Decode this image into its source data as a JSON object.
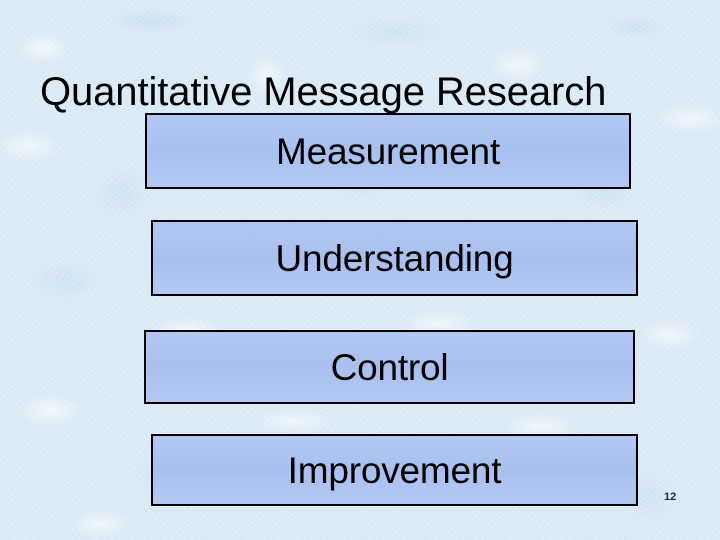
{
  "slide": {
    "title": "Quantitative Message Research",
    "background_color": "#dcebf7",
    "box_fill_color": "#b0c4f0",
    "box_border_color": "#000000",
    "text_color": "#000000",
    "slide_number": "12",
    "boxes": [
      {
        "label": "Measurement"
      },
      {
        "label": "Understanding"
      },
      {
        "label": "Control"
      },
      {
        "label": "Improvement"
      }
    ]
  }
}
